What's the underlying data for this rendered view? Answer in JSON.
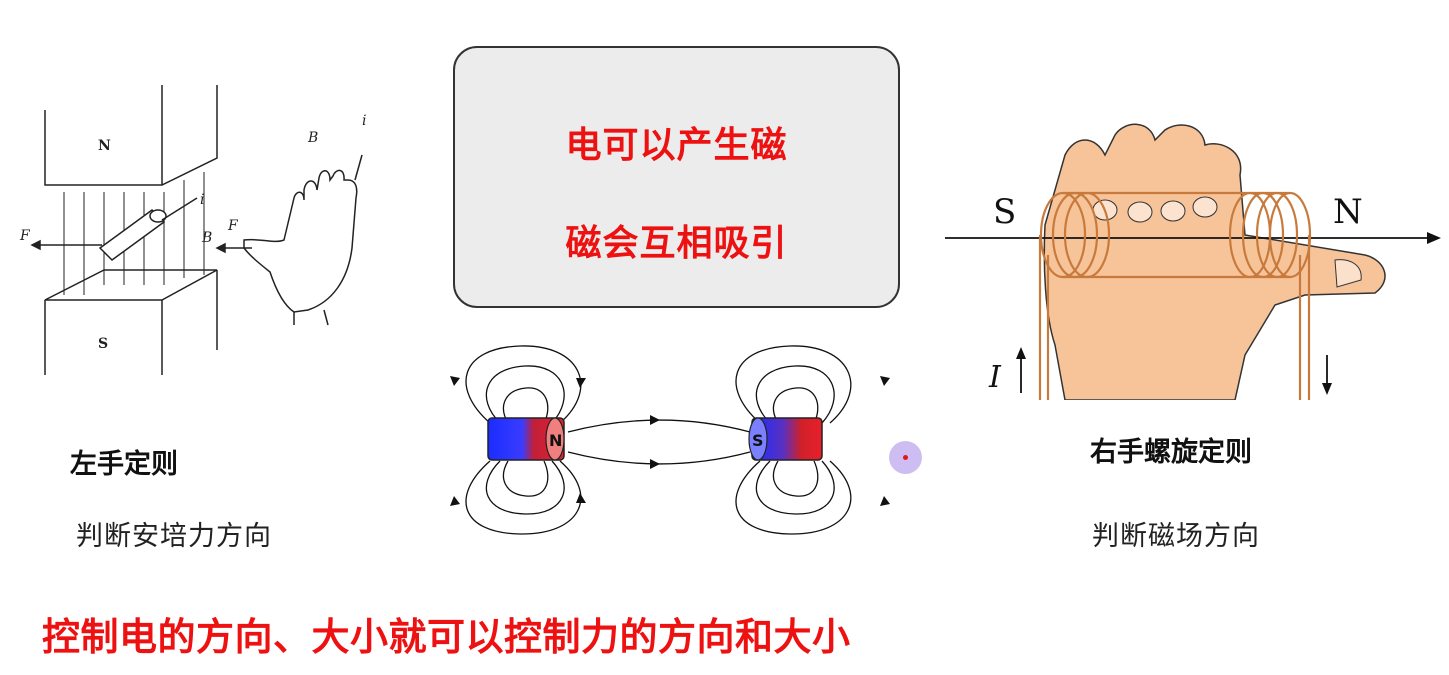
{
  "callout": {
    "line1": "电可以产生磁",
    "line2": "磁会互相吸引"
  },
  "left_rule": {
    "title": "左手定则",
    "description": "判断安培力方向"
  },
  "right_rule": {
    "title": "右手螺旋定则",
    "description": "判断磁场方向"
  },
  "bottom_statement": "控制电的方向、大小就可以控制力的方向和大小",
  "left_figure_labels": {
    "north": "N",
    "south": "S",
    "force": "F",
    "field": "B",
    "current": "i",
    "hand_force": "F",
    "hand_field": "B",
    "hand_current": "i"
  },
  "right_figure_labels": {
    "south": "S",
    "north": "N",
    "current": "I"
  },
  "magnet_labels": {
    "left_pole": "N",
    "right_pole": "S"
  },
  "colors": {
    "emphasis_red": "#ee1111",
    "callout_bg": "#ececec",
    "magnet_red": "#e8202a",
    "magnet_blue": "#1a2cff",
    "coil_copper": "#c77a3c",
    "skin": "#f5c79a"
  }
}
